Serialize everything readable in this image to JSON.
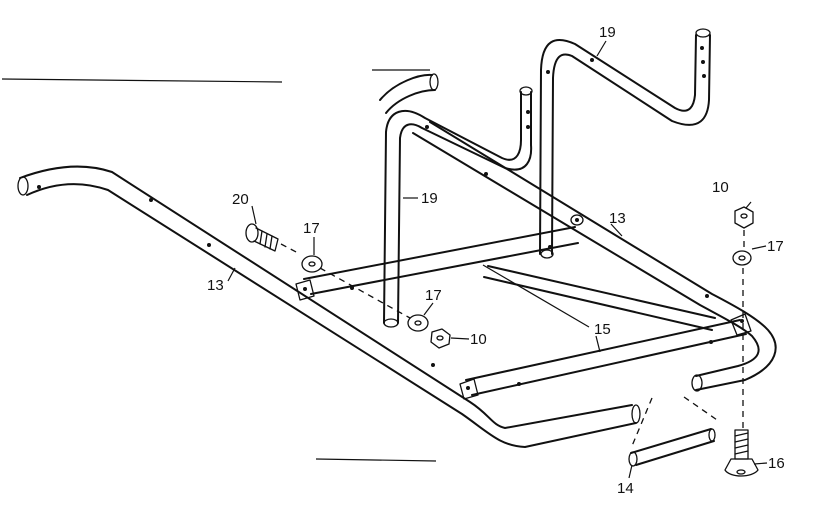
{
  "labels": {
    "frame_rail_left": "13",
    "frame_rail_right": "13",
    "hardware_bolt": "20",
    "hardware_washer_upper": "17",
    "hardware_washer_lower": "17",
    "hardware_washer_right": "17",
    "hardware_nut_left": "10",
    "hardware_nut_right": "10",
    "upright_left": "19",
    "upright_right": "19",
    "crossbar": "15",
    "foot_tube": "14",
    "foot_bolt": "16"
  }
}
